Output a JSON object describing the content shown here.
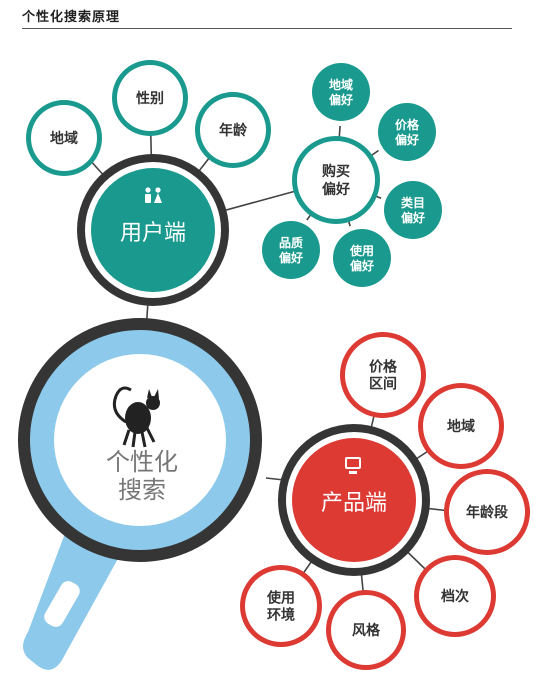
{
  "title": "个性化搜索原理",
  "colors": {
    "teal": "#1a9a8e",
    "red": "#dc3a33",
    "ring_dark": "#353535",
    "handle_blue": "#8cc9ea",
    "line": "#444444"
  },
  "icons": {
    "user_hub": "users-icon",
    "product_hub": "computer-icon",
    "center": "cat-icon"
  },
  "user_side": {
    "hub": "用户端",
    "attributes": [
      "地域",
      "性别",
      "年龄"
    ],
    "purchase": "购买\n偏好",
    "preferences": [
      "地域\n偏好",
      "价格\n偏好",
      "类目\n偏好",
      "使用\n偏好",
      "品质\n偏好"
    ]
  },
  "center": {
    "label": "个性化\n搜索"
  },
  "product_side": {
    "hub": "产品端",
    "attributes": [
      "价格\n区间",
      "地域",
      "年龄段",
      "档次",
      "风格",
      "使用\n环境"
    ]
  }
}
